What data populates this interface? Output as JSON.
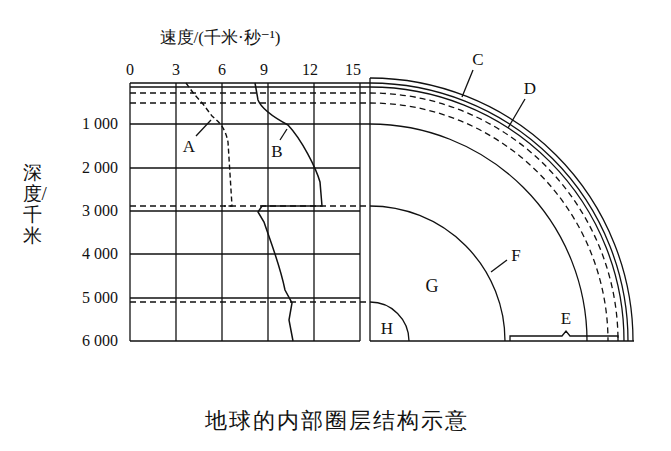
{
  "diagram": {
    "caption": "地球的内部圈层结构示意",
    "labels": [
      "速度/(千米·秒⁻¹)",
      "0",
      "3",
      "6",
      "9",
      "12",
      "15",
      "深度/千米",
      "1 000",
      "2 000",
      "3 000",
      "4 000",
      "5 000",
      "6 000",
      "A",
      "B",
      "C",
      "D",
      "E",
      "F",
      "G",
      "H"
    ]
  }
}
